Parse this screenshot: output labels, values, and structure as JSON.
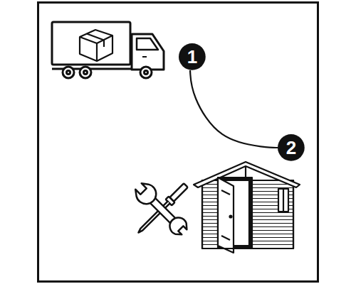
{
  "diagram": {
    "nodes": [
      {
        "text": [
          "1"
        ]
      },
      {
        "text": [
          "2"
        ]
      }
    ],
    "edges": [
      {
        "from": 0,
        "to": 1,
        "arrow": "none"
      }
    ]
  }
}
